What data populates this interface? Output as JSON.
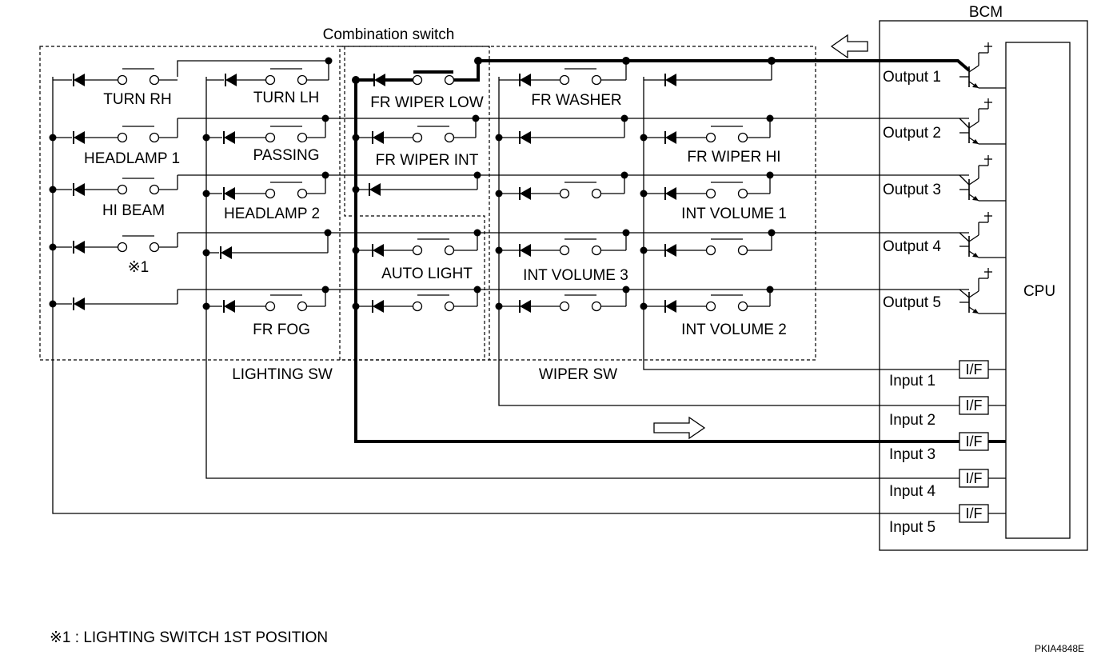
{
  "title": "Combination switch",
  "bcm": {
    "label": "BCM",
    "cpu": "CPU",
    "if_label": "I/F",
    "outputs": [
      "Output 1",
      "Output 2",
      "Output 3",
      "Output 4",
      "Output 5"
    ],
    "inputs": [
      "Input 1",
      "Input 2",
      "Input 3",
      "Input 4",
      "Input 5"
    ]
  },
  "groups": {
    "lighting": "LIGHTING SW",
    "wiper": "WIPER SW"
  },
  "switches": {
    "turn_rh": "TURN RH",
    "turn_lh": "TURN LH",
    "fr_wiper_low": "FR WIPER LOW",
    "fr_washer": "FR WASHER",
    "headlamp1": "HEADLAMP 1",
    "passing": "PASSING",
    "fr_wiper_int": "FR WIPER INT",
    "fr_wiper_hi": "FR WIPER HI",
    "hi_beam": "HI BEAM",
    "headlamp2": "HEADLAMP 2",
    "int_volume1": "INT VOLUME 1",
    "note_mark": "※1",
    "auto_light": "AUTO LIGHT",
    "int_volume3": "INT VOLUME 3",
    "fr_fog": "FR FOG",
    "int_volume2": "INT VOLUME 2"
  },
  "footnote": "※1 : LIGHTING SWITCH 1ST POSITION",
  "figure_id": "PKIA4848E"
}
